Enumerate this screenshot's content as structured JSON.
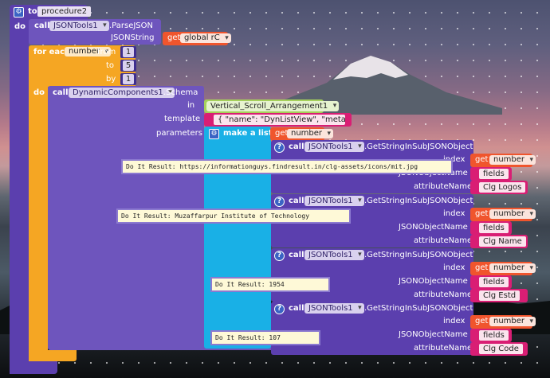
{
  "proc": {
    "to": "to",
    "name": "procedure2",
    "do": "do"
  },
  "parse": {
    "call": "call",
    "component": "JSONTools1",
    "method": ".ParseJSON",
    "param": "JSONString",
    "get": "get",
    "var": "global rC"
  },
  "loop": {
    "for_each": "for each",
    "var": "number",
    "from": "from",
    "from_val": "1",
    "to": "to",
    "to_val": "5",
    "by": "by",
    "by_val": "1",
    "do": "do"
  },
  "schema": {
    "call": "call",
    "component": "DynamicComponents1",
    "method": ".Schema",
    "in_label": "in",
    "in_value": "Vertical_Scroll_Arrangement1",
    "template_label": "template",
    "template_value": "{ \"name\": \"DynListView\", \"metadata-versi...",
    "parameters_label": "parameters",
    "make_list": "make a list",
    "get": "get",
    "get_var": "number"
  },
  "sub_calls": [
    {
      "call": "call",
      "component": "JSONTools1",
      "method": ".GetStringInSubJSONObject",
      "index_label": "index",
      "get": "get",
      "index_var": "number",
      "obj_label": "JSONObjectName",
      "obj_value": "fields",
      "attr_label": "attributeName",
      "attr_value": "Clg Logos",
      "result": "Do It Result: https://informationguys.findresult.in/clg-assets/icons/mit.jpg"
    },
    {
      "call": "call",
      "component": "JSONTools1",
      "method": ".GetStringInSubJSONObject",
      "index_label": "index",
      "get": "get",
      "index_var": "number",
      "obj_label": "JSONObjectName",
      "obj_value": "fields",
      "attr_label": "attributeName",
      "attr_value": "Clg Name",
      "result": "Do It Result: Muzaffarpur Institute of Technology"
    },
    {
      "call": "call",
      "component": "JSONTools1",
      "method": ".GetStringInSubJSONObject",
      "index_label": "index",
      "get": "get",
      "index_var": "number",
      "obj_label": "JSONObjectName",
      "obj_value": "fields",
      "attr_label": "attributeName",
      "attr_value": "Clg Estd",
      "result": "Do It Result: 1954"
    },
    {
      "call": "call",
      "component": "JSONTools1",
      "method": ".GetStringInSubJSONObject",
      "index_label": "index",
      "get": "get",
      "index_var": "number",
      "obj_label": "JSONObjectName",
      "obj_value": "fields",
      "attr_label": "attributeName",
      "attr_value": "Clg Code",
      "result": "Do It Result: 107"
    }
  ],
  "icons": {
    "gear": "gear-icon",
    "question": "question-icon",
    "dropdown": "dropdown-arrow-icon"
  },
  "glyphs": {
    "gear": "⚙",
    "question": "?"
  },
  "colors": {
    "procedure": "#5b3fae",
    "loop": "#f5a623",
    "list": "#19b0e6",
    "component": "#a5d05b",
    "text": "#d91e74",
    "variable": "#f0552d",
    "tooltip": "#fef9d7"
  }
}
